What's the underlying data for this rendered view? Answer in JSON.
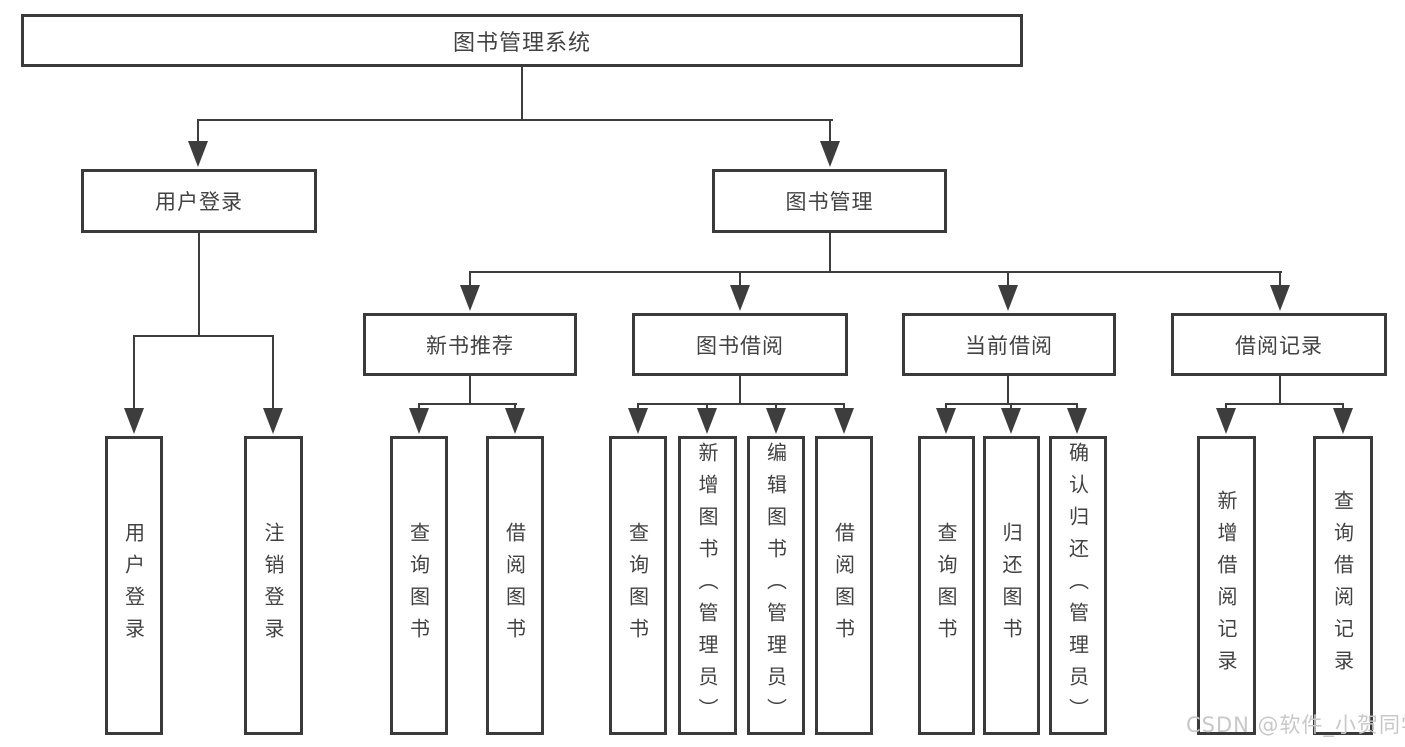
{
  "title": "图书管理系统",
  "nodes": {
    "user_login": "用户登录",
    "book_mgmt": "图书管理",
    "new_books": "新书推荐",
    "book_borrow": "图书借阅",
    "current_borrow": "当前借阅",
    "borrow_records": "借阅记录"
  },
  "leaves": {
    "user_login": [
      "用户登录",
      "注销登录"
    ],
    "new_books": [
      "查询图书",
      "借阅图书"
    ],
    "book_borrow": [
      "查询图书",
      "新增图书（管理员）",
      "编辑图书（管理员）",
      "借阅图书"
    ],
    "current_borrow": [
      "查询图书",
      "归还图书",
      "确认归还（管理员）"
    ],
    "borrow_records": [
      "新增借阅记录",
      "查询借阅记录"
    ]
  },
  "watermark": "CSDN @软件_小贺同学",
  "colors": {
    "line": "#3d3d3d",
    "border": "#3a3a3a",
    "text": "#424242",
    "watermark": "#c8c8c8"
  }
}
